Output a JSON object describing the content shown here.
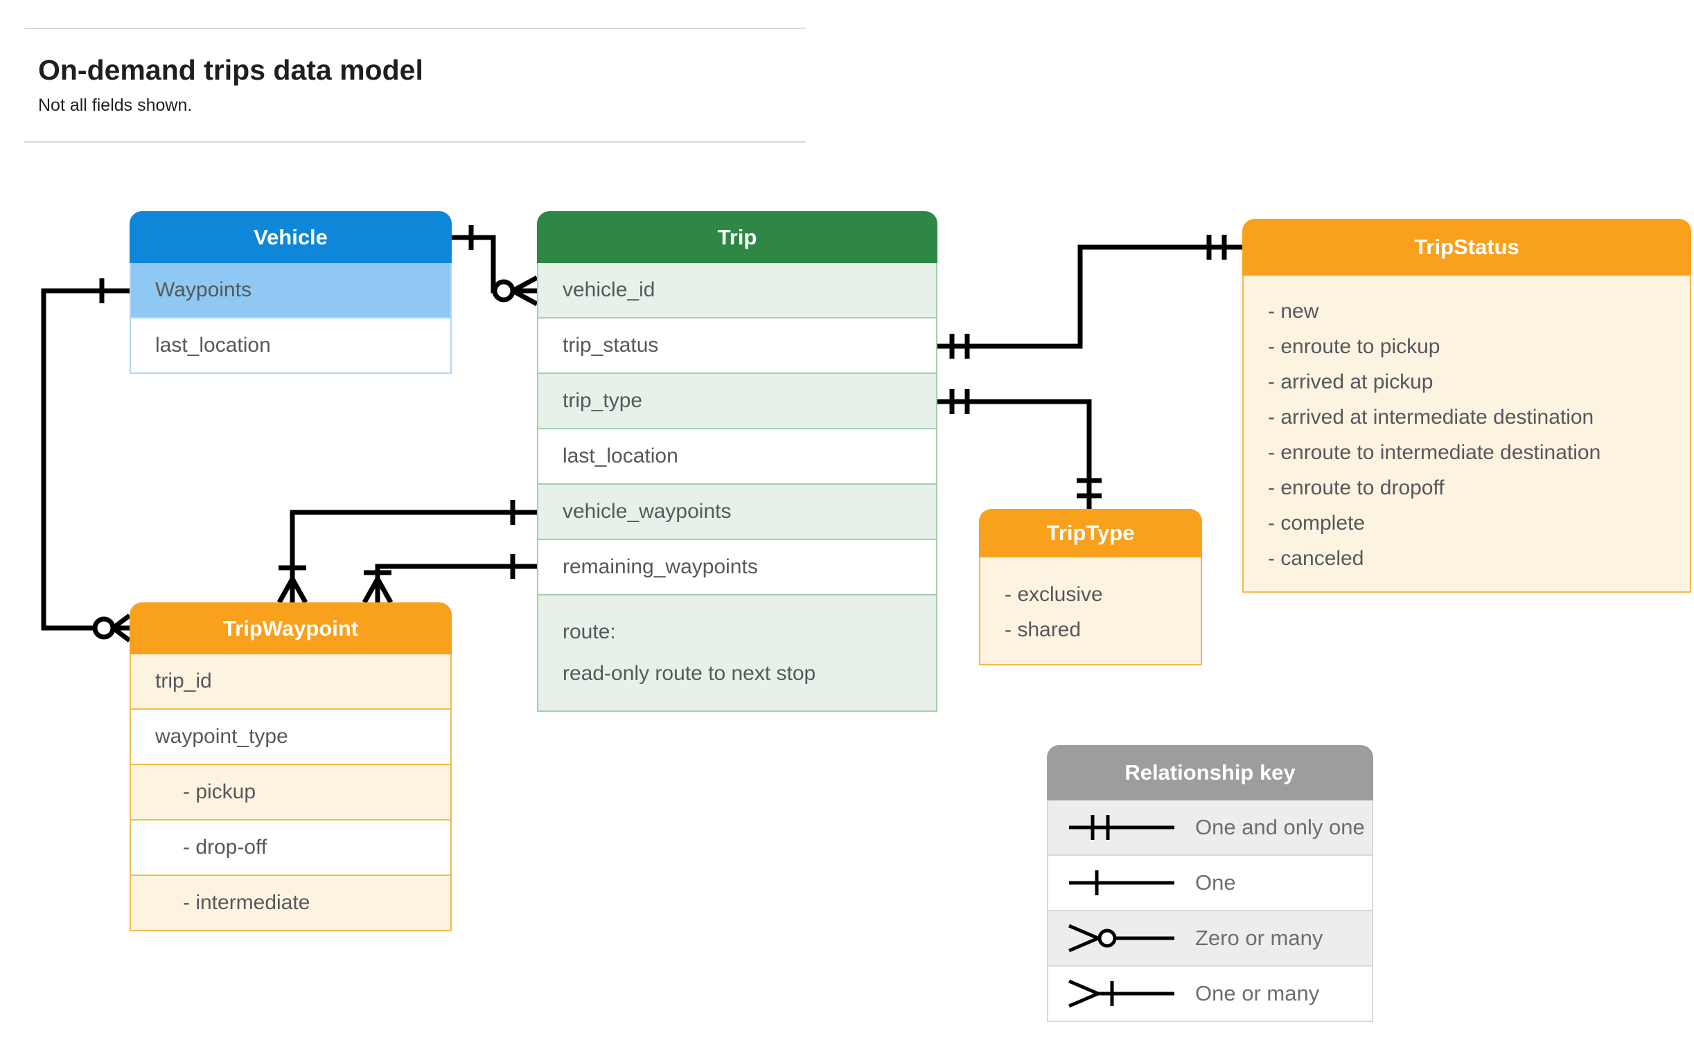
{
  "page": {
    "title": "On-demand trips data model",
    "subtitle": "Not all fields shown."
  },
  "colors": {
    "vehicle_header": "#0e87d8",
    "vehicle_highlight_row": "#8fc8f2",
    "trip_header": "#2e8745",
    "trip_alt_row": "#e7f1e9",
    "orange_header": "#f9a01d",
    "orange_alt_row": "#fdf3e1",
    "key_header": "#9d9d9d",
    "key_alt_row": "#ededed",
    "row_text": "#55585c",
    "connector": "#000000"
  },
  "entities": {
    "vehicle": {
      "title": "Vehicle",
      "fields": [
        "Waypoints",
        "last_location"
      ]
    },
    "trip": {
      "title": "Trip",
      "fields": [
        "vehicle_id",
        "trip_status",
        "trip_type",
        "last_location",
        "vehicle_waypoints",
        "remaining_waypoints"
      ],
      "route": {
        "line1": "route:",
        "line2": "read-only route to next stop"
      }
    },
    "trip_status": {
      "title": "TripStatus",
      "values": [
        "- new",
        "- enroute to pickup",
        "- arrived at pickup",
        "- arrived at intermediate destination",
        "- enroute to intermediate destination",
        "- enroute to dropoff",
        "- complete",
        "- canceled"
      ]
    },
    "trip_waypoint": {
      "title": "TripWaypoint",
      "fields": [
        "trip_id",
        "waypoint_type"
      ],
      "values": [
        "- pickup",
        "- drop-off",
        "- intermediate"
      ]
    },
    "trip_type": {
      "title": "TripType",
      "values": [
        "- exclusive",
        "- shared"
      ]
    }
  },
  "legend": {
    "title": "Relationship key",
    "rows": [
      {
        "symbol": "one-and-only-one",
        "label": "One and only one"
      },
      {
        "symbol": "one",
        "label": "One"
      },
      {
        "symbol": "zero-or-many",
        "label": "Zero or many"
      },
      {
        "symbol": "one-or-many",
        "label": "One or many"
      }
    ]
  }
}
